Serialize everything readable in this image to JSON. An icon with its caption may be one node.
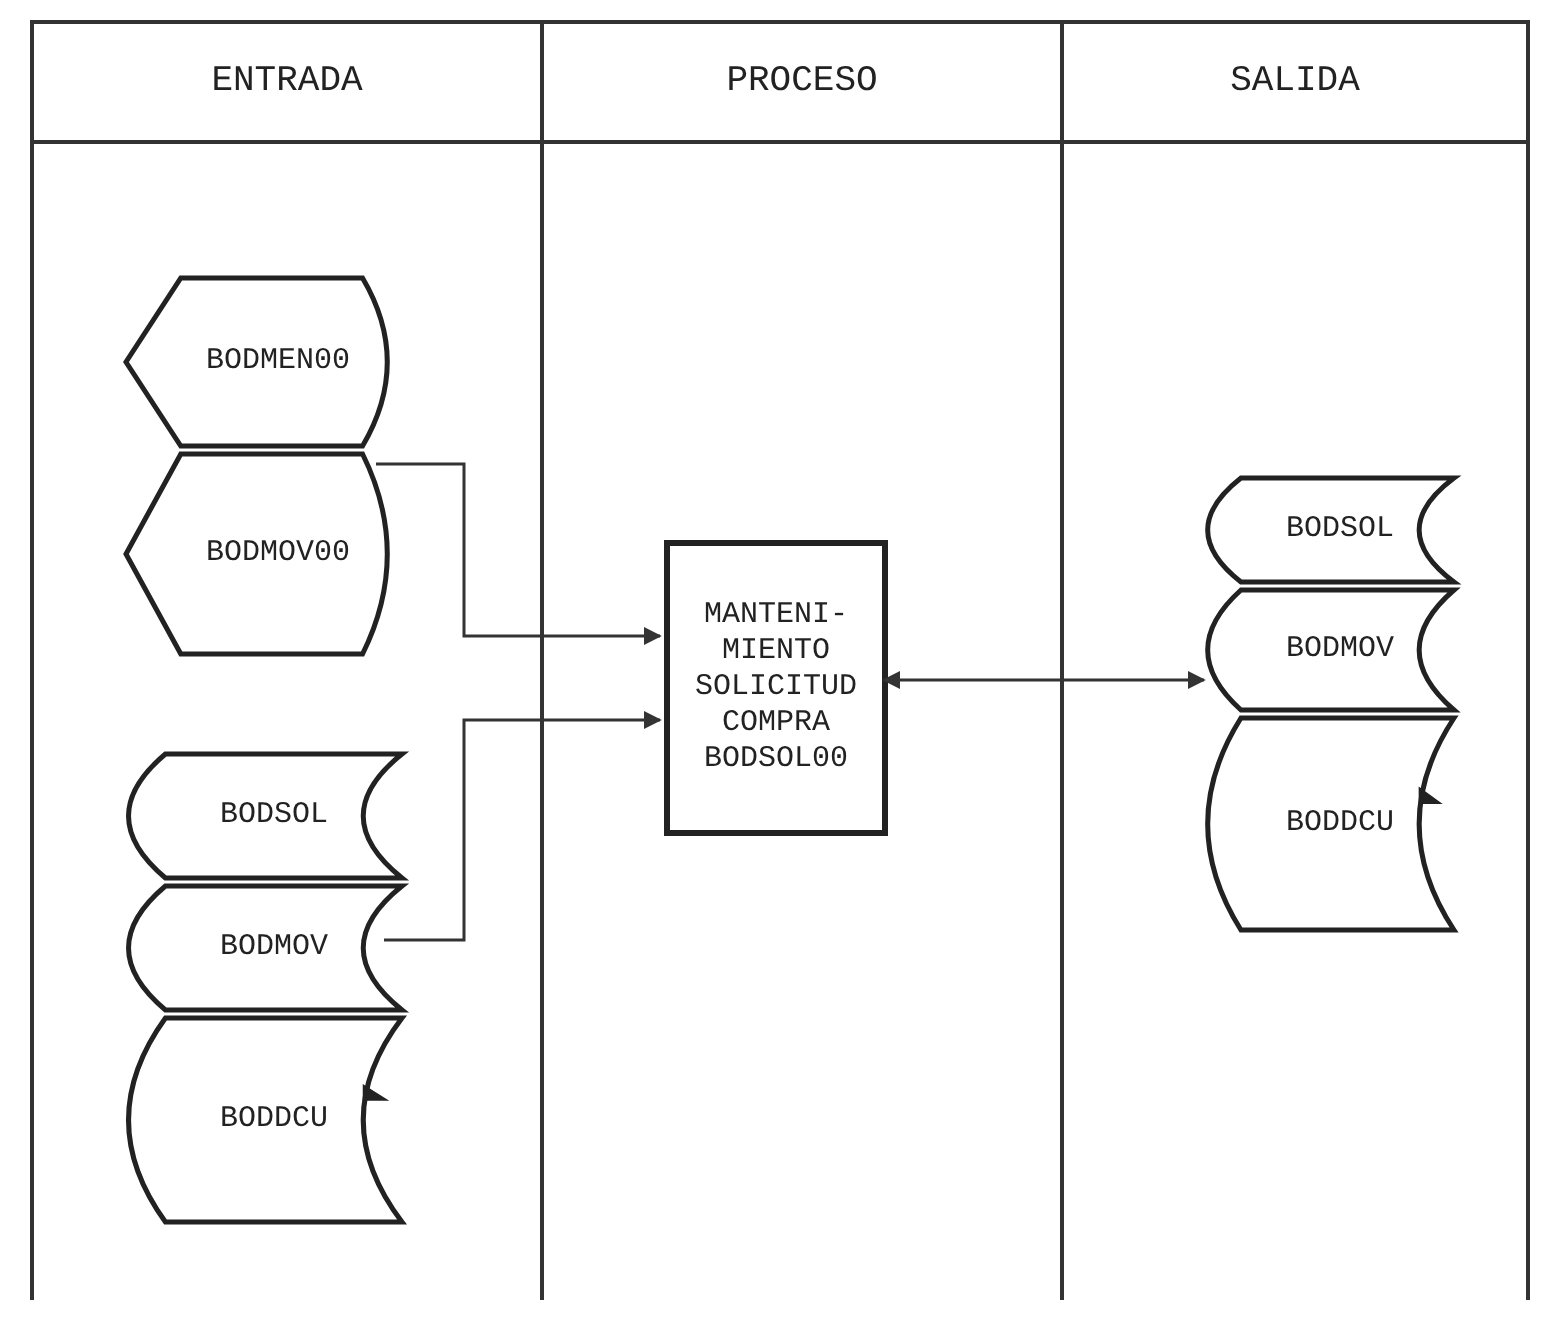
{
  "diagram": {
    "nodes": [
      {
        "text": [
          "ENTRADA"
        ]
      },
      {
        "text": [
          "PROCESO"
        ]
      },
      {
        "text": [
          "SALIDA"
        ]
      },
      {
        "text": [
          "BODMEN00"
        ],
        "in": 0
      },
      {
        "text": [
          "BODMOV00"
        ],
        "in": 0
      },
      {
        "text": [
          "BODSOL"
        ],
        "in": 0
      },
      {
        "text": [
          "BODMOV"
        ],
        "in": 0
      },
      {
        "text": [
          "BODDCU"
        ],
        "in": 0
      },
      {
        "text": [
          "MANTENI- MIENTO SOLICITUD COMPRA BODSOL00"
        ],
        "in": 1
      },
      {
        "text": [
          "BODSOL"
        ],
        "in": 2
      },
      {
        "text": [
          "BODMOV"
        ],
        "in": 2
      },
      {
        "text": [
          "BODDCU"
        ],
        "in": 2
      }
    ],
    "edges": [
      {
        "from": 4,
        "to": 8,
        "arrow": "to"
      },
      {
        "from": 6,
        "to": 8,
        "arrow": "to"
      },
      {
        "from": 8,
        "to": 10,
        "arrow": "both"
      }
    ]
  }
}
